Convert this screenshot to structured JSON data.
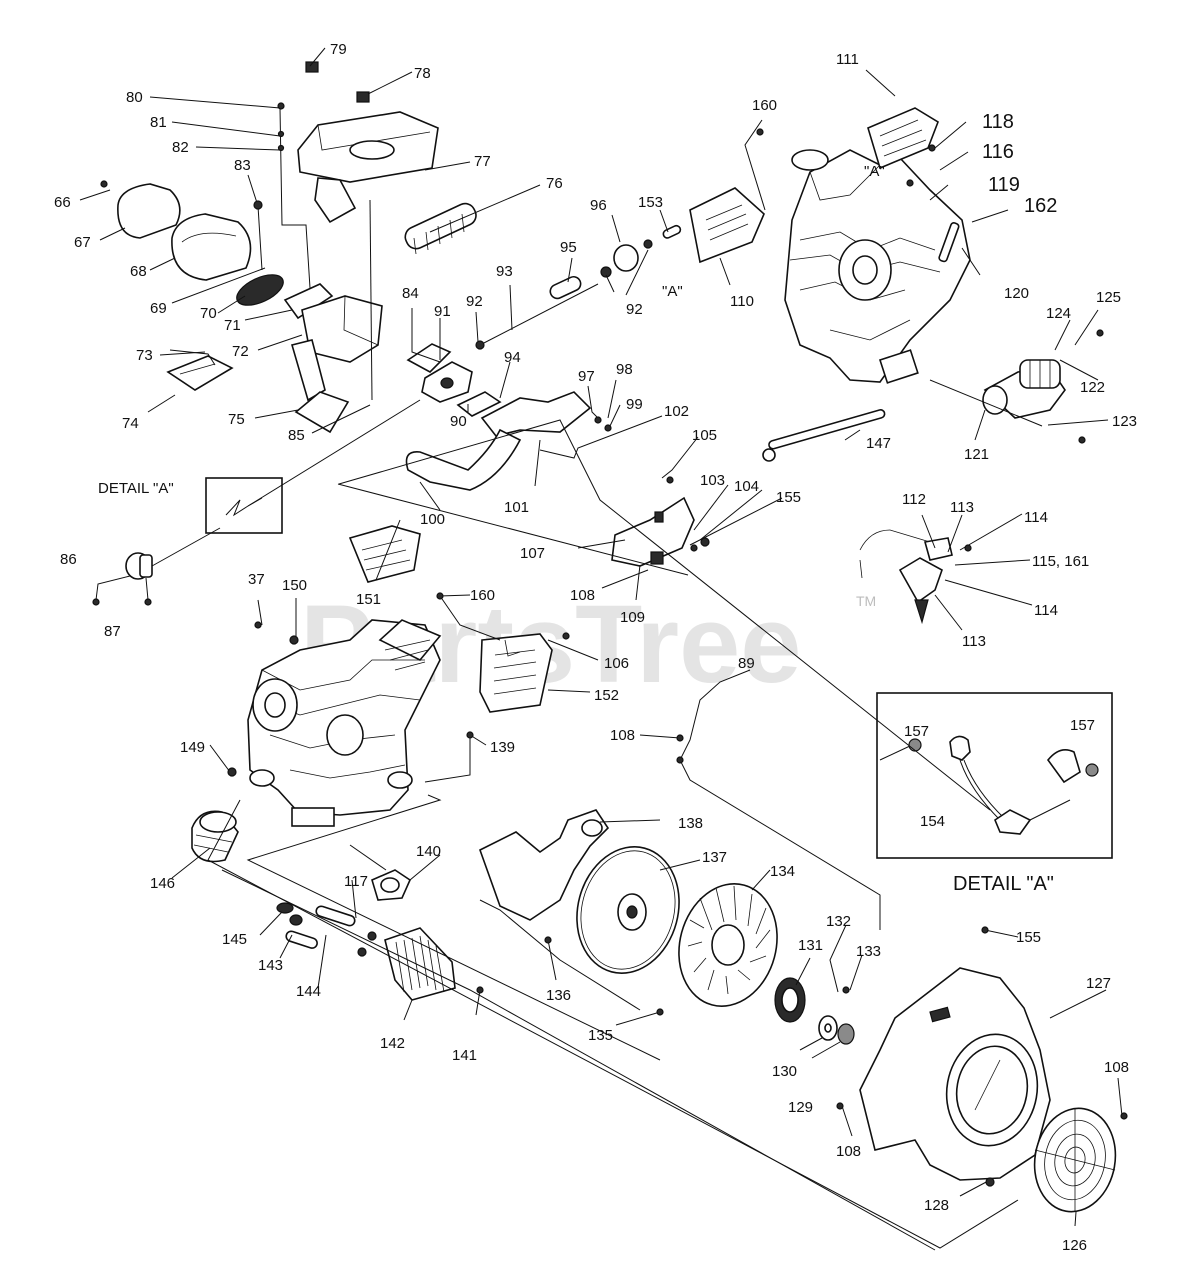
{
  "diagram": {
    "detail_a_title": "DETAIL \"A\"",
    "detail_a_inline_label": "DETAIL \"A\"",
    "watermark": "PartsTree",
    "watermark_tm": "TM",
    "ref_a_1": "\"A\"",
    "ref_a_2": "\"A\"",
    "callouts": [
      {
        "id": "c79",
        "text": "79"
      },
      {
        "id": "c78",
        "text": "78"
      },
      {
        "id": "c80",
        "text": "80"
      },
      {
        "id": "c81",
        "text": "81"
      },
      {
        "id": "c82",
        "text": "82"
      },
      {
        "id": "c77",
        "text": "77"
      },
      {
        "id": "c83",
        "text": "83"
      },
      {
        "id": "c66",
        "text": "66"
      },
      {
        "id": "c76",
        "text": "76"
      },
      {
        "id": "c67",
        "text": "67"
      },
      {
        "id": "c68",
        "text": "68"
      },
      {
        "id": "c69",
        "text": "69"
      },
      {
        "id": "c70",
        "text": "70"
      },
      {
        "id": "c71",
        "text": "71"
      },
      {
        "id": "c72",
        "text": "72"
      },
      {
        "id": "c73",
        "text": "73"
      },
      {
        "id": "c74",
        "text": "74"
      },
      {
        "id": "c75",
        "text": "75"
      },
      {
        "id": "c85",
        "text": "85"
      },
      {
        "id": "c84",
        "text": "84"
      },
      {
        "id": "c91",
        "text": "91"
      },
      {
        "id": "c92a",
        "text": "92"
      },
      {
        "id": "c93",
        "text": "93"
      },
      {
        "id": "c95",
        "text": "95"
      },
      {
        "id": "c96",
        "text": "96"
      },
      {
        "id": "c153",
        "text": "153"
      },
      {
        "id": "c92b",
        "text": "92"
      },
      {
        "id": "c110",
        "text": "110"
      },
      {
        "id": "c160a",
        "text": "160"
      },
      {
        "id": "c111",
        "text": "111"
      },
      {
        "id": "c118",
        "text": "118"
      },
      {
        "id": "c116",
        "text": "116"
      },
      {
        "id": "c119",
        "text": "119"
      },
      {
        "id": "c162",
        "text": "162"
      },
      {
        "id": "c120",
        "text": "120"
      },
      {
        "id": "c124",
        "text": "124"
      },
      {
        "id": "c125",
        "text": "125"
      },
      {
        "id": "c122",
        "text": "122"
      },
      {
        "id": "c123",
        "text": "123"
      },
      {
        "id": "c121",
        "text": "121"
      },
      {
        "id": "c147",
        "text": "147"
      },
      {
        "id": "c94",
        "text": "94"
      },
      {
        "id": "c97",
        "text": "97"
      },
      {
        "id": "c98",
        "text": "98"
      },
      {
        "id": "c99",
        "text": "99"
      },
      {
        "id": "c102",
        "text": "102"
      },
      {
        "id": "c90",
        "text": "90"
      },
      {
        "id": "c105",
        "text": "105"
      },
      {
        "id": "c101",
        "text": "101"
      },
      {
        "id": "c103",
        "text": "103"
      },
      {
        "id": "c104",
        "text": "104"
      },
      {
        "id": "c155a",
        "text": "155"
      },
      {
        "id": "c100",
        "text": "100"
      },
      {
        "id": "c107",
        "text": "107"
      },
      {
        "id": "c108a",
        "text": "108"
      },
      {
        "id": "c109",
        "text": "109"
      },
      {
        "id": "c112",
        "text": "112"
      },
      {
        "id": "c113a",
        "text": "113"
      },
      {
        "id": "c114a",
        "text": "114"
      },
      {
        "id": "c115",
        "text": "115, 161"
      },
      {
        "id": "c114b",
        "text": "114"
      },
      {
        "id": "c113b",
        "text": "113"
      },
      {
        "id": "c86",
        "text": "86"
      },
      {
        "id": "c87",
        "text": "87"
      },
      {
        "id": "c37",
        "text": "37"
      },
      {
        "id": "c150",
        "text": "150"
      },
      {
        "id": "c151",
        "text": "151"
      },
      {
        "id": "c160b",
        "text": "160"
      },
      {
        "id": "c106",
        "text": "106"
      },
      {
        "id": "c152",
        "text": "152"
      },
      {
        "id": "c89",
        "text": "89"
      },
      {
        "id": "c108b",
        "text": "108"
      },
      {
        "id": "c149",
        "text": "149"
      },
      {
        "id": "c139",
        "text": "139"
      },
      {
        "id": "c157a",
        "text": "157"
      },
      {
        "id": "c157b",
        "text": "157"
      },
      {
        "id": "c154",
        "text": "154"
      },
      {
        "id": "c138",
        "text": "138"
      },
      {
        "id": "c137",
        "text": "137"
      },
      {
        "id": "c146",
        "text": "146"
      },
      {
        "id": "c140",
        "text": "140"
      },
      {
        "id": "c117",
        "text": "117"
      },
      {
        "id": "c134",
        "text": "134"
      },
      {
        "id": "c145",
        "text": "145"
      },
      {
        "id": "c143",
        "text": "143"
      },
      {
        "id": "c144",
        "text": "144"
      },
      {
        "id": "c136",
        "text": "136"
      },
      {
        "id": "c132",
        "text": "132"
      },
      {
        "id": "c133",
        "text": "133"
      },
      {
        "id": "c131",
        "text": "131"
      },
      {
        "id": "c155b",
        "text": "155"
      },
      {
        "id": "c127",
        "text": "127"
      },
      {
        "id": "c142",
        "text": "142"
      },
      {
        "id": "c141",
        "text": "141"
      },
      {
        "id": "c135",
        "text": "135"
      },
      {
        "id": "c130",
        "text": "130"
      },
      {
        "id": "c129",
        "text": "129"
      },
      {
        "id": "c108c",
        "text": "108"
      },
      {
        "id": "c108d",
        "text": "108"
      },
      {
        "id": "c128",
        "text": "128"
      },
      {
        "id": "c126",
        "text": "126"
      }
    ]
  }
}
